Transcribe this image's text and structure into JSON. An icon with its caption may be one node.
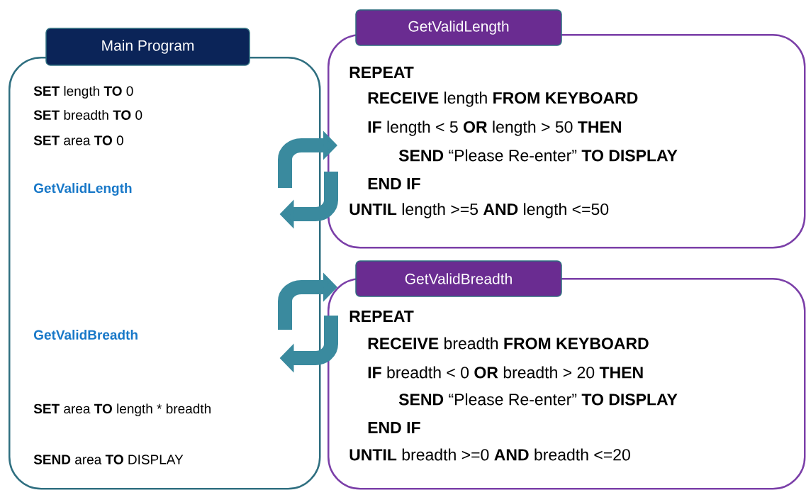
{
  "diagram": {
    "nodes": [
      {
        "text": [
          "Main Program",
          "**SET** length **TO** 0",
          "**SET** breadth **TO** 0",
          "**SET** area **TO** 0",
          "GetValidLength",
          "GetValidBreadth",
          "**SET** area **TO** length * breadth",
          "**SEND** area **TO** DISPLAY"
        ]
      },
      {
        "text": [
          "GetValidLength",
          "**REPEAT**",
          "**RECEIVE** length **FROM KEYBOARD**",
          "**IF** length < 5 **OR** length > 50 **THEN**",
          "**SEND** “Please Re-enter” **TO DISPLAY**",
          "**END IF**",
          "**UNTIL** length >=5 **AND** length <=50"
        ]
      },
      {
        "text": [
          "GetValidBreadth",
          "**REPEAT**",
          "**RECEIVE** breadth **FROM KEYBOARD**",
          "**IF** breadth < 0 **OR** breadth > 20 **THEN**",
          "**SEND** “Please Re-enter” **TO DISPLAY**",
          "**END IF**",
          "**UNTIL** breadth >=0 **AND** breadth <=20"
        ]
      }
    ],
    "edges": [
      {
        "from": 0,
        "to": 1,
        "arrow": "to"
      },
      {
        "from": 1,
        "to": 0,
        "arrow": "to"
      },
      {
        "from": 0,
        "to": 2,
        "arrow": "to"
      },
      {
        "from": 2,
        "to": 0,
        "arrow": "to"
      }
    ]
  }
}
